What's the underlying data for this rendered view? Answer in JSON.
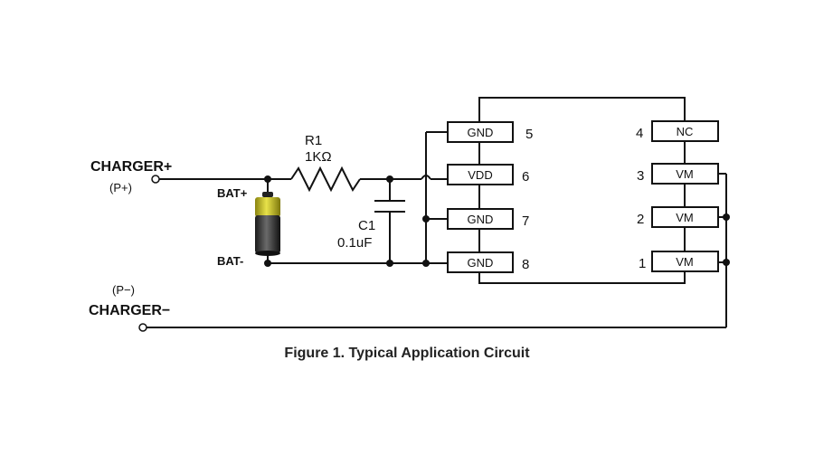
{
  "diagram": {
    "charger_plus": {
      "label": "CHARGER+",
      "sublabel": "(P+)"
    },
    "charger_minus": {
      "label": "CHARGER−",
      "sublabel": "(P−)"
    },
    "battery": {
      "plus": "BAT+",
      "minus": "BAT-"
    },
    "r1": {
      "name": "R1",
      "value": "1KΩ"
    },
    "c1": {
      "name": "C1",
      "value": "0.1uF"
    },
    "ic_pins_left": [
      {
        "name": "GND",
        "number": "5"
      },
      {
        "name": "VDD",
        "number": "6"
      },
      {
        "name": "GND",
        "number": "7"
      },
      {
        "name": "GND",
        "number": "8"
      }
    ],
    "ic_pins_right": [
      {
        "name": "NC",
        "number": "4"
      },
      {
        "name": "VM",
        "number": "3"
      },
      {
        "name": "VM",
        "number": "2"
      },
      {
        "name": "VM",
        "number": "1"
      }
    ]
  },
  "caption": "Figure 1.  Typical Application Circuit",
  "colors": {
    "wire": "#111111",
    "battery_top": "#c8c21a",
    "battery_body": "#2a2a2a"
  }
}
